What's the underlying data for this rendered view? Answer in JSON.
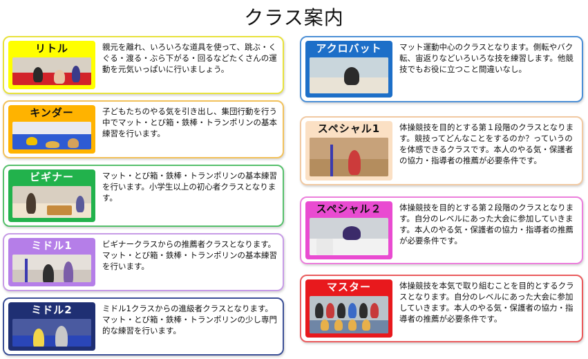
{
  "page_title": "クラス案内",
  "colors": {
    "little": "#ffff00",
    "kinder": "#ffb300",
    "beginner": "#22b24c",
    "middle1": "#b57ee8",
    "middle2": "#1f2f73",
    "acro": "#1d6fc8",
    "special1": "#fbe0c4",
    "special2": "#e94bd1",
    "master": "#e8191d"
  },
  "classes": [
    {
      "id": "little",
      "name": "リトル",
      "desc": "親元を離れ、いろいろな道具を使って、跳ぶ・くぐる・渡る・ぶら下がる・回るなどたくさんの運動を元気いっぱいに行いましょう。"
    },
    {
      "id": "kinder",
      "name": "キンダー",
      "desc": "子どもたちのやる気を引き出し、集団行動を行う中でマット・とび箱・鉄棒・トランポリンの基本練習を行います。"
    },
    {
      "id": "beginner",
      "name": "ビギナー",
      "desc": "マット・とび箱・鉄棒・トランポリンの基本練習を行います。小学生以上の初心者クラスとなります。"
    },
    {
      "id": "middle1",
      "name": "ミドル1",
      "desc": "ビギナークラスからの推薦者クラスとなります。マット・とび箱・鉄棒・トランポリンの基本練習を行います。"
    },
    {
      "id": "middle2",
      "name": "ミドル2",
      "desc": "ミドル1クラスからの進級者クラスとなります。マット・とび箱・鉄棒・トランポリンの少し専門的な練習を行います。"
    },
    {
      "id": "acro",
      "name": "アクロバット",
      "desc": "マット運動中心のクラスとなります。側転やバク転、宙返りなどいろいろな技を練習します。他競技でもお役に立つこと間違いなし。"
    },
    {
      "id": "special1",
      "name": "スペシャル1",
      "desc": "体操競技を目的とする第１段階のクラスとなります。競技ってどんなことをするのか？っていうのを体感できるクラスです。本人のやる気・保護者の協力・指導者の推薦が必要条件です。"
    },
    {
      "id": "special2",
      "name": "スペシャル２",
      "desc": "体操競技を目的とする第２段階のクラスとなります。自分のレベルにあった大会に参加していきます。本人のやる気・保護者の協力・指導者の推薦が必要条件です。"
    },
    {
      "id": "master",
      "name": "マスター",
      "desc": "体操競技を本気で取り組むことを目的とするクラスとなります。自分のレベルにあった大会に参加していきます。本人のやる気・保護者の協力・指導者の推薦が必要条件です。"
    }
  ]
}
